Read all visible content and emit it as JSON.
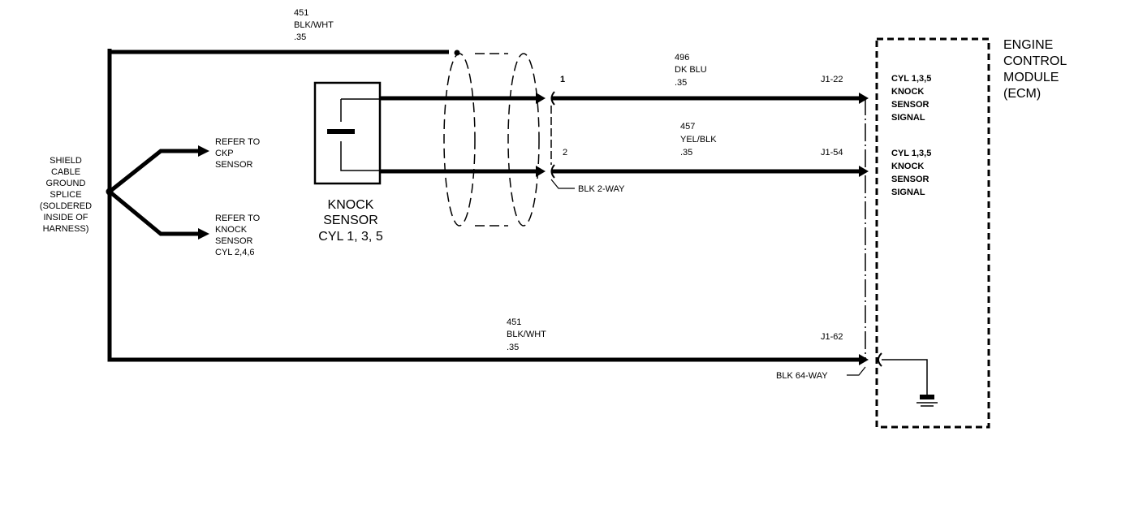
{
  "ecm": {
    "title_lines": [
      "ENGINE",
      "CONTROL",
      "MODULE",
      "(ECM)"
    ],
    "pin1": {
      "pin": "J1-22",
      "desc_lines": [
        "CYL 1,3,5",
        "KNOCK",
        "SENSOR",
        "SIGNAL"
      ]
    },
    "pin2": {
      "pin": "J1-54",
      "desc_lines": [
        "CYL 1,3,5",
        "KNOCK",
        "SENSOR",
        "SIGNAL"
      ]
    },
    "pin3": {
      "pin": "J1-62"
    }
  },
  "wires": {
    "shield_top": {
      "circuit": "451",
      "color": "BLK/WHT",
      "gauge": ".35"
    },
    "signal1": {
      "terminal": "1",
      "circuit": "496",
      "color": "DK BLU",
      "gauge": ".35"
    },
    "signal2": {
      "terminal": "2",
      "circuit": "457",
      "color": "YEL/BLK",
      "gauge": ".35"
    },
    "shield_bottom": {
      "circuit": "451",
      "color": "BLK/WHT",
      "gauge": ".35"
    }
  },
  "connectors": {
    "sensor_connector": "BLK 2-WAY",
    "ecm_connector": "BLK 64-WAY"
  },
  "knock_sensor": {
    "label_lines": [
      "KNOCK",
      "SENSOR",
      "CYL 1, 3, 5"
    ]
  },
  "splice": {
    "label_lines": [
      "SHIELD",
      "CABLE",
      "GROUND",
      "SPLICE",
      "(SOLDERED",
      "INSIDE OF",
      "HARNESS)"
    ]
  },
  "refs": {
    "ckp_lines": [
      "REFER TO",
      "CKP",
      "SENSOR"
    ],
    "knock_lines": [
      "REFER TO",
      "KNOCK",
      "SENSOR",
      "CYL 2,4,6"
    ]
  }
}
